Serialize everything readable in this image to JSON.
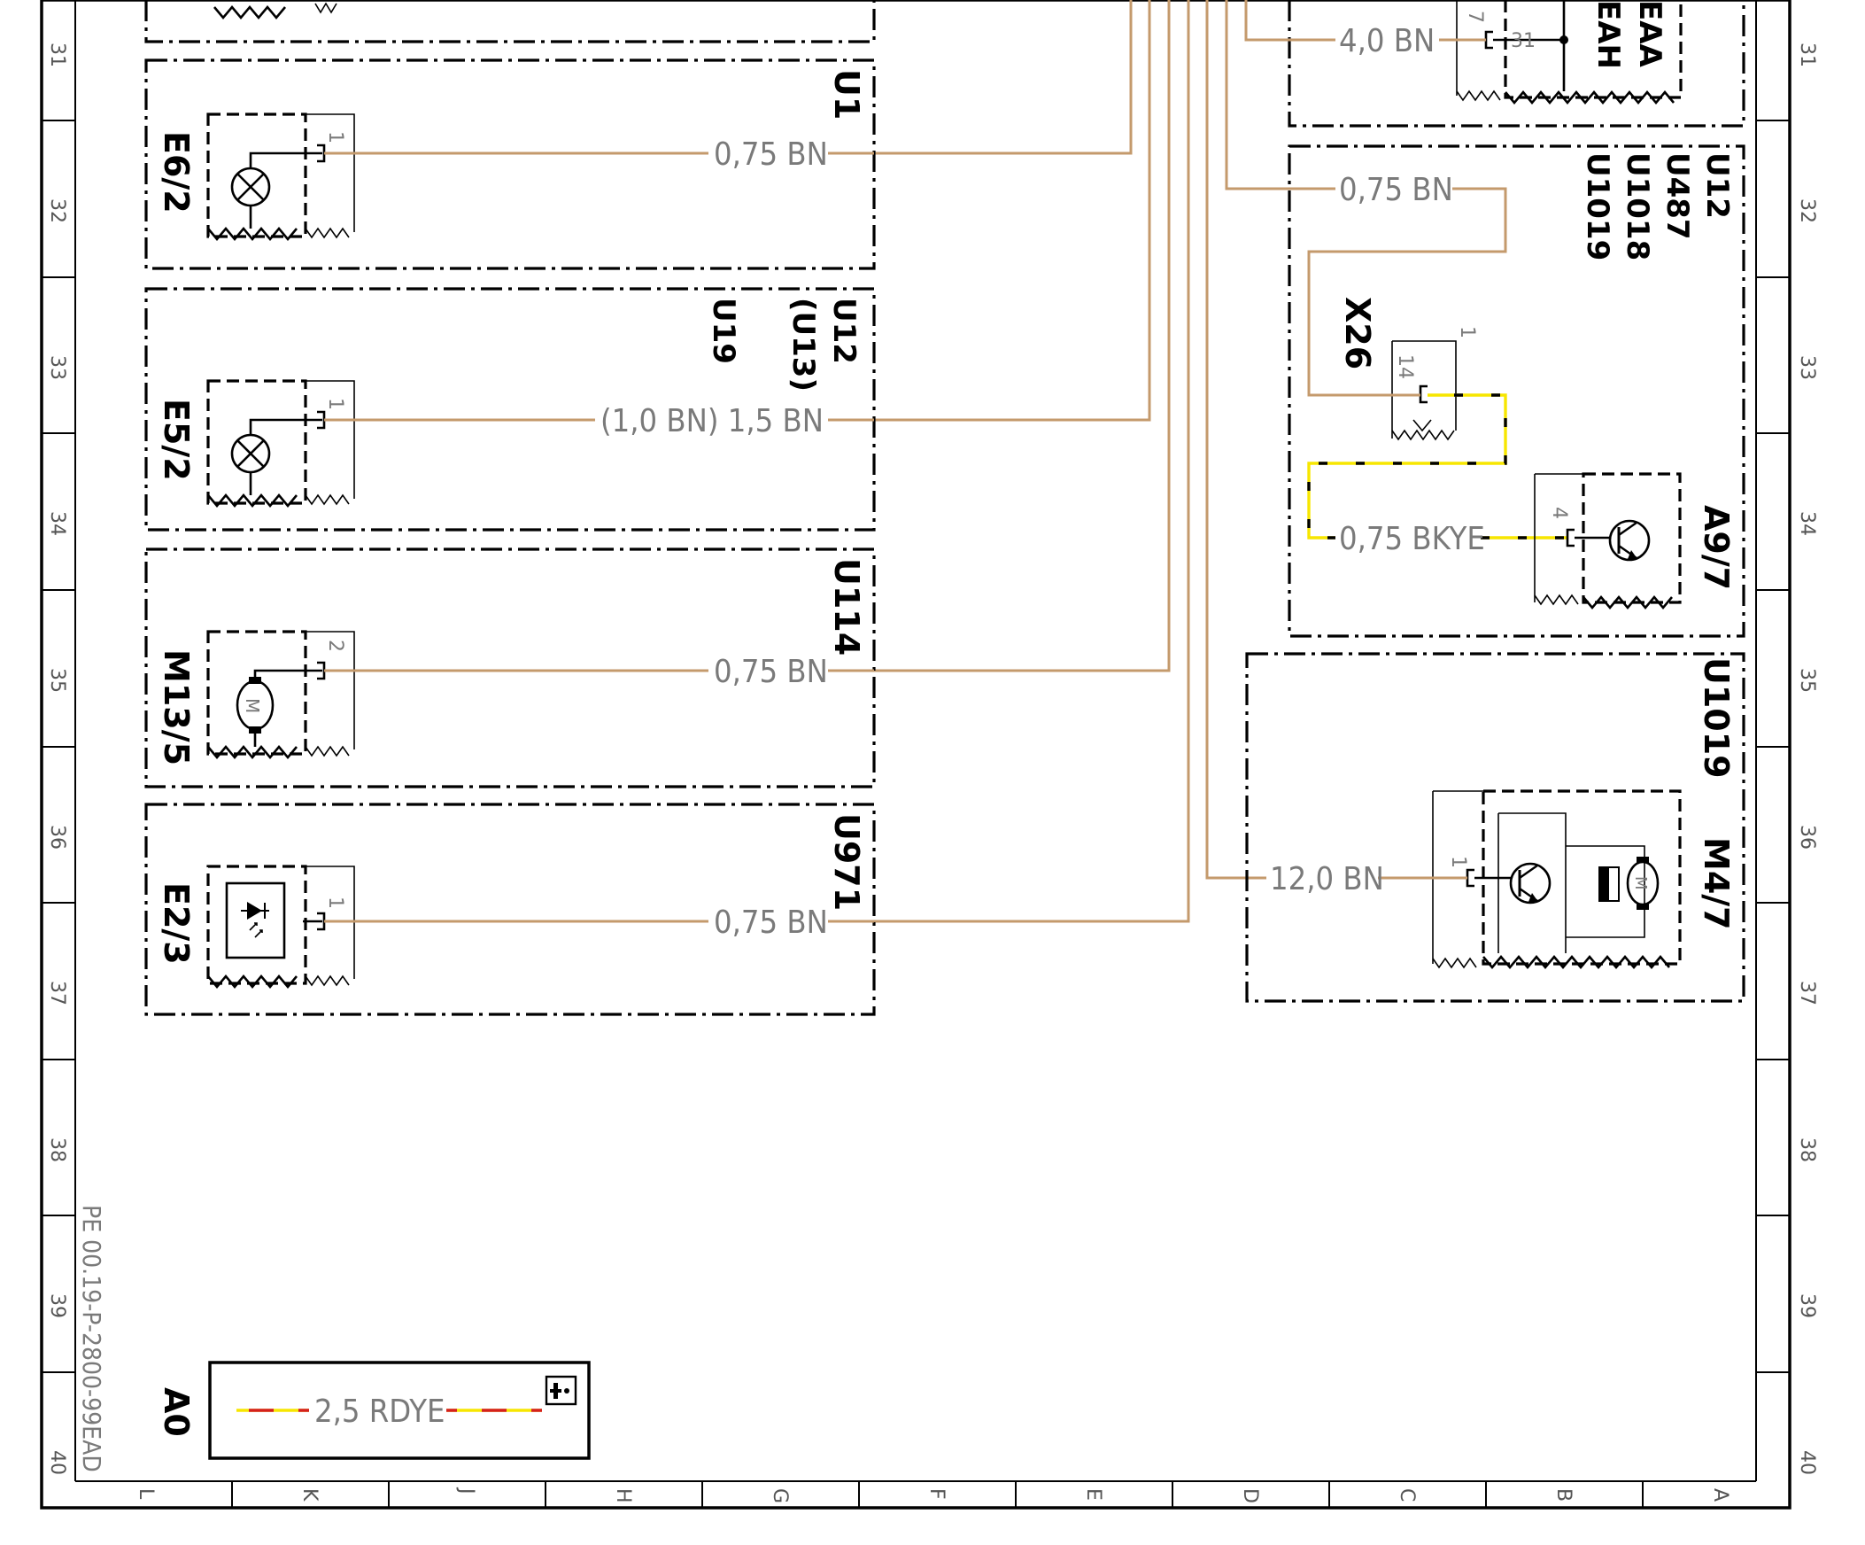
{
  "colors": {
    "wire_bn": "#c49a6c",
    "wire_ye": "#f7e600",
    "wire_rd": "#d41f1f",
    "line": "#000000",
    "label": "#7a7a7a"
  },
  "row_numbers": [
    "31",
    "32",
    "33",
    "34",
    "35",
    "36",
    "37",
    "38",
    "39",
    "40"
  ],
  "column_letters": [
    "L",
    "K",
    "J",
    "H",
    "G",
    "F",
    "E",
    "D",
    "C",
    "B",
    "A"
  ],
  "document_ref": "PE 00.19-P-2800-99EAD",
  "components": {
    "e6_2": {
      "label": "E6/2",
      "variant": "U1",
      "pin": "1",
      "wire": "0,75 BN",
      "symbol": "lamp-icon"
    },
    "e5_2": {
      "label": "E5/2",
      "variant_lines": [
        "U12",
        "(U13)",
        "U19"
      ],
      "pin": "1",
      "wire": "(1,0 BN) 1,5 BN",
      "symbol": "lamp-icon"
    },
    "m13_5": {
      "label": "M13/5",
      "variant": "U114",
      "pin": "2",
      "wire": "0,75 BN",
      "symbol": "motor-icon"
    },
    "e2_3": {
      "label": "E2/3",
      "variant": "U971",
      "pin": "1",
      "wire": "0,75 BN",
      "symbol": "led-icon"
    },
    "top_right": {
      "variant_lines": [
        "EAA",
        "EAH"
      ],
      "pin_left": "7",
      "pin_right": "31",
      "wire": "4,0 BN"
    },
    "x26": {
      "label": "X26",
      "variant_lines": [
        "U12",
        "U487",
        "U1018",
        "U1019"
      ],
      "pin_top": "1",
      "pin": "14",
      "wire": "0,75 BN"
    },
    "a9_7": {
      "label": "A9/7",
      "pin": "4",
      "wire": "0,75 BKYE",
      "symbol": "transistor-icon"
    },
    "m4_7": {
      "label": "M4/7",
      "variant": "U1019",
      "pin": "1",
      "wire": "12,0 BN",
      "symbol": "fan-motor-icon"
    },
    "a0": {
      "label": "A0",
      "wire": "2,5 RDYE",
      "symbol": "info-icon"
    }
  }
}
